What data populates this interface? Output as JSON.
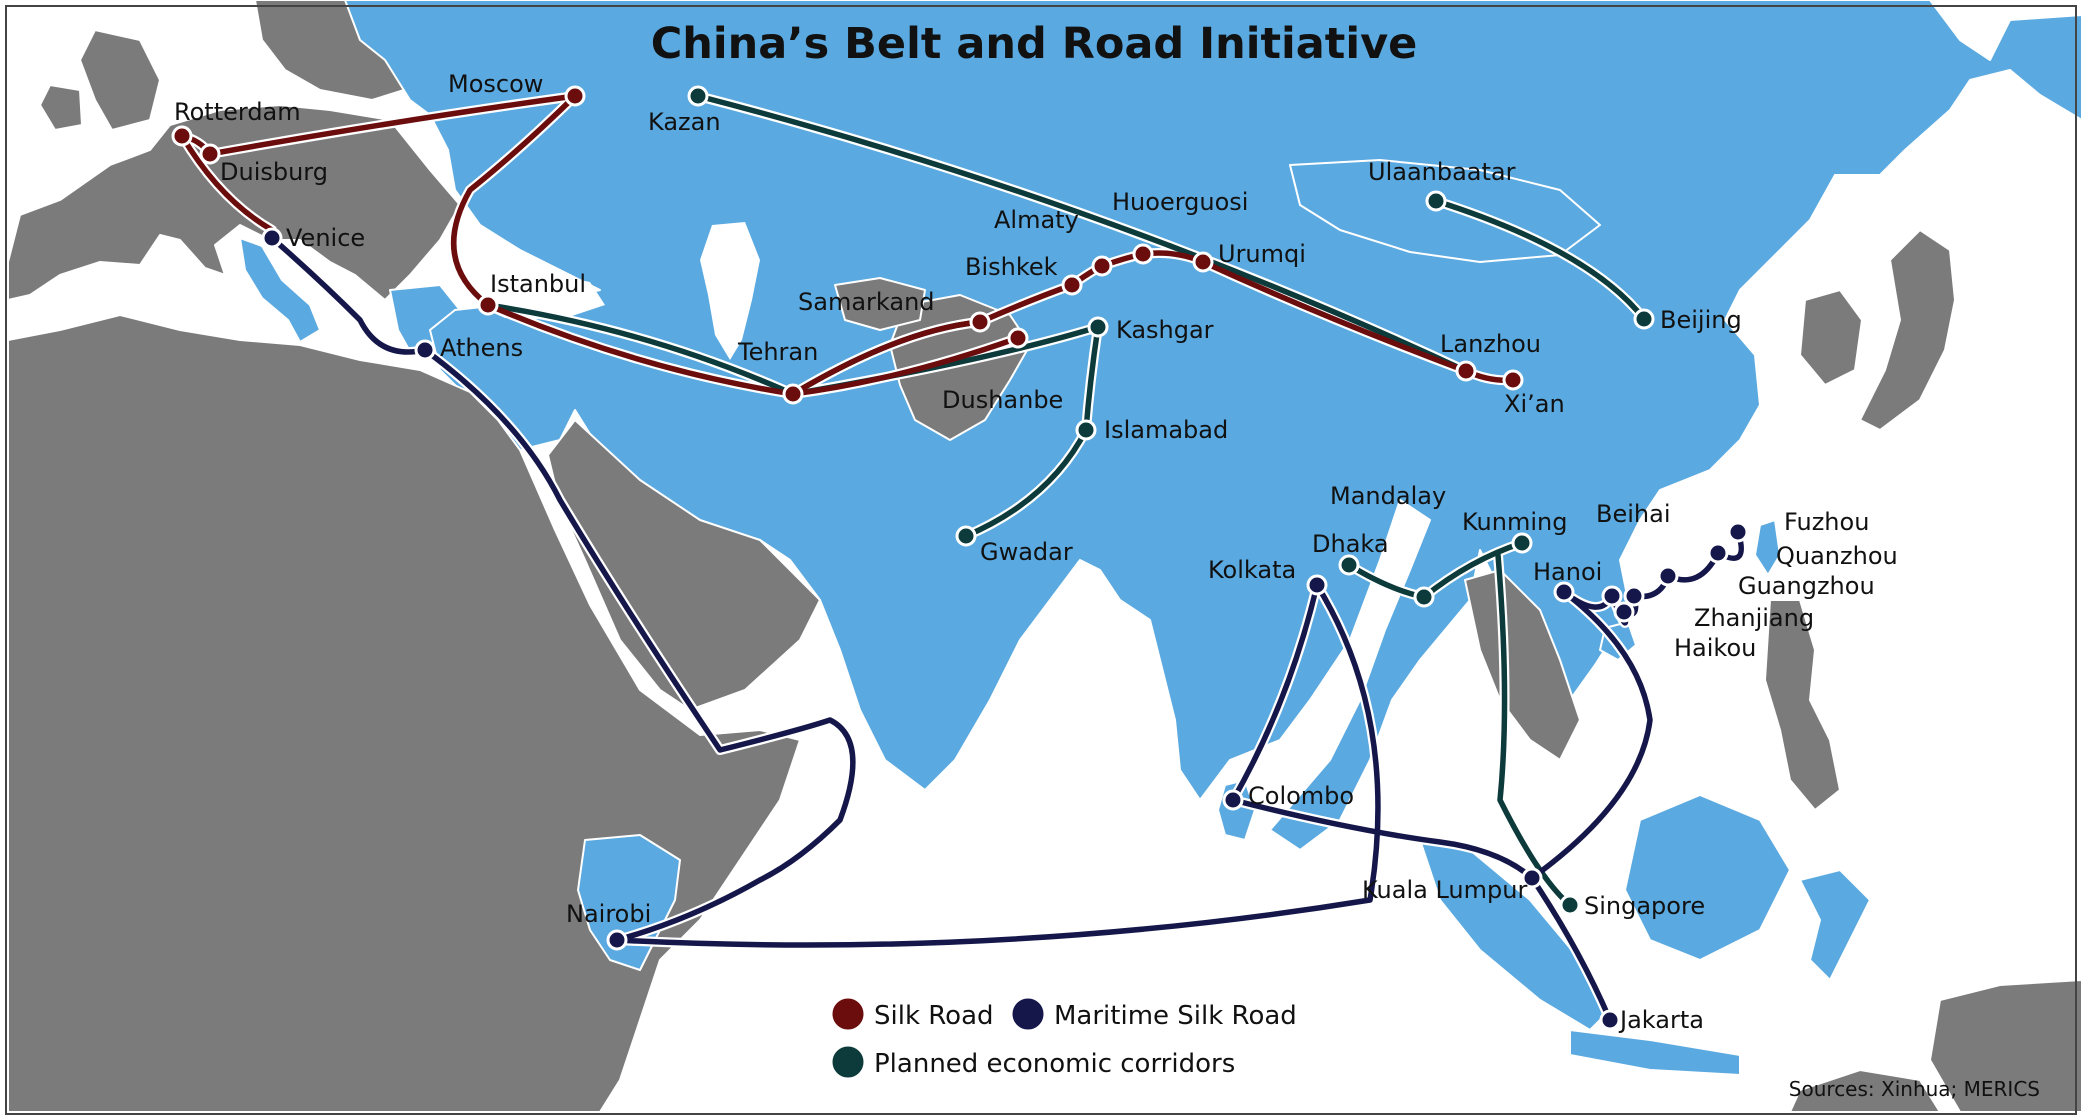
{
  "title": "China’s Belt and Road Initiative",
  "source": "Sources: Xinhua; MERICS",
  "colors": {
    "silk_road": "#6b0d0d",
    "maritime": "#15174a",
    "corridor": "#0d3a3a",
    "land_gray": "#7b7b7b",
    "land_blue": "#5aa9e0",
    "sea": "#ffffff"
  },
  "legend": [
    {
      "key": "silk_road",
      "label": "Silk Road"
    },
    {
      "key": "maritime",
      "label": "Maritime Silk Road"
    },
    {
      "key": "corridor",
      "label": "Planned economic corridors"
    }
  ],
  "cities": {
    "silk_road": [
      "Rotterdam",
      "Duisburg",
      "Moscow",
      "Istanbul",
      "Tehran",
      "Samarkand",
      "Dushanbe",
      "Bishkek",
      "Almaty",
      "Huoerguosi",
      "Urumqi",
      "Lanzhou",
      "Xi’an"
    ],
    "maritime": [
      "Venice",
      "Athens",
      "Nairobi",
      "Colombo",
      "Kolkata",
      "Kuala Lumpur",
      "Jakarta",
      "Hanoi",
      "Beihai",
      "Haikou",
      "Zhanjiang",
      "Guangzhou",
      "Quanzhou",
      "Fuzhou"
    ],
    "corridor": [
      "Kazan",
      "Kashgar",
      "Islamabad",
      "Gwadar",
      "Ulaanbaatar",
      "Beijing",
      "Kunming",
      "Mandalay",
      "Dhaka",
      "Singapore"
    ]
  }
}
